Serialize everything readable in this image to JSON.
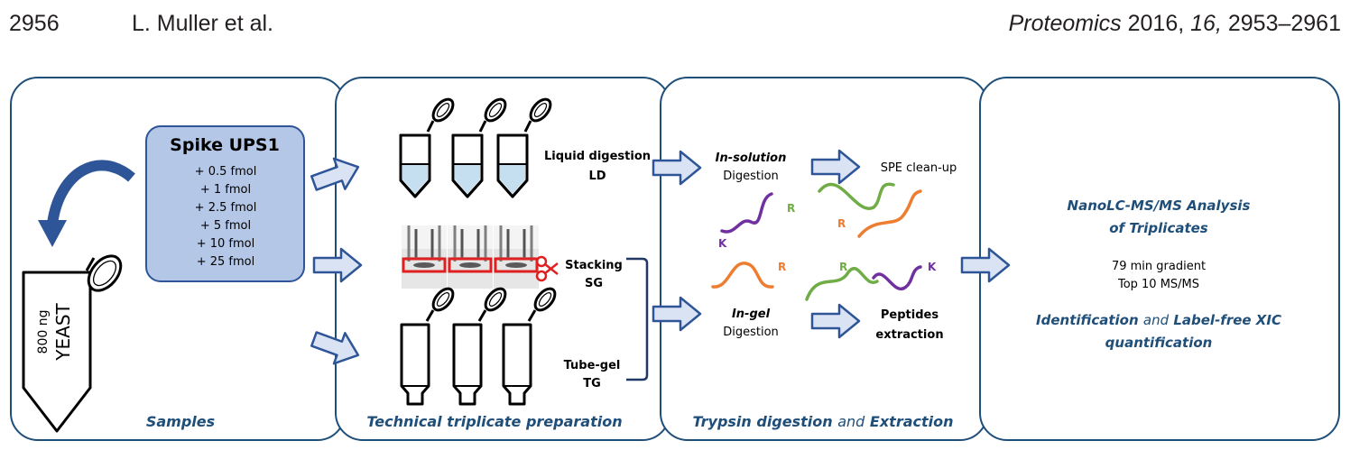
{
  "header": {
    "page_number": "2956",
    "authors": "L. Muller et al.",
    "journal": "Proteomics",
    "year": "2016,",
    "volume": "16,",
    "pages": "2953–2961"
  },
  "figure": {
    "panels": {
      "samples": {
        "title": "Samples",
        "spike_title": "Spike UPS1",
        "spike_amounts": [
          "+ 0.5 fmol",
          "+ 1 fmol",
          "+ 2.5 fmol",
          "+ 5 fmol",
          "+ 10 fmol",
          "+ 25 fmol"
        ],
        "tube_amount": "800 ng",
        "tube_label": "YEAST"
      },
      "preparation": {
        "title": "Technical triplicate preparation",
        "methods": [
          {
            "name": "Liquid digestion",
            "abbr": "LD"
          },
          {
            "name": "Stacking",
            "abbr": "SG"
          },
          {
            "name": "Tube-gel",
            "abbr": "TG"
          }
        ]
      },
      "digestion": {
        "title_a": "Trypsin digestion",
        "title_and": "and",
        "title_b": "Extraction",
        "in_solution_italic": "In-solution",
        "in_solution_word": "Digestion",
        "spe": "SPE clean-up",
        "in_gel_italic": "In-gel",
        "in_gel_word": "Digestion",
        "peptides_1": "Peptides",
        "peptides_2": "extraction",
        "residues": [
          "R",
          "R",
          "K",
          "R",
          "R",
          "K"
        ]
      },
      "analysis": {
        "title_1": "NanoLC-MS/MS Analysis",
        "title_2": "of Triplicates",
        "gradient": "79 min gradient",
        "top": "Top 10 MS/MS",
        "ident_a": "Identification",
        "ident_and": "and",
        "ident_b": "Label-free XIC",
        "quant": "quantification"
      }
    },
    "colors": {
      "panel_border": "#1f4e79",
      "title_blue": "#1f4e79",
      "box_fill": "#b4c7e7",
      "arrow_fill": "#dae3f3",
      "arrow_stroke": "#2e5597",
      "curved_arrow": "#2e5597",
      "gel_box": "#e02020",
      "peptide_purple": "#7030a0",
      "peptide_green": "#70ad47",
      "peptide_orange": "#ed7d31"
    }
  }
}
